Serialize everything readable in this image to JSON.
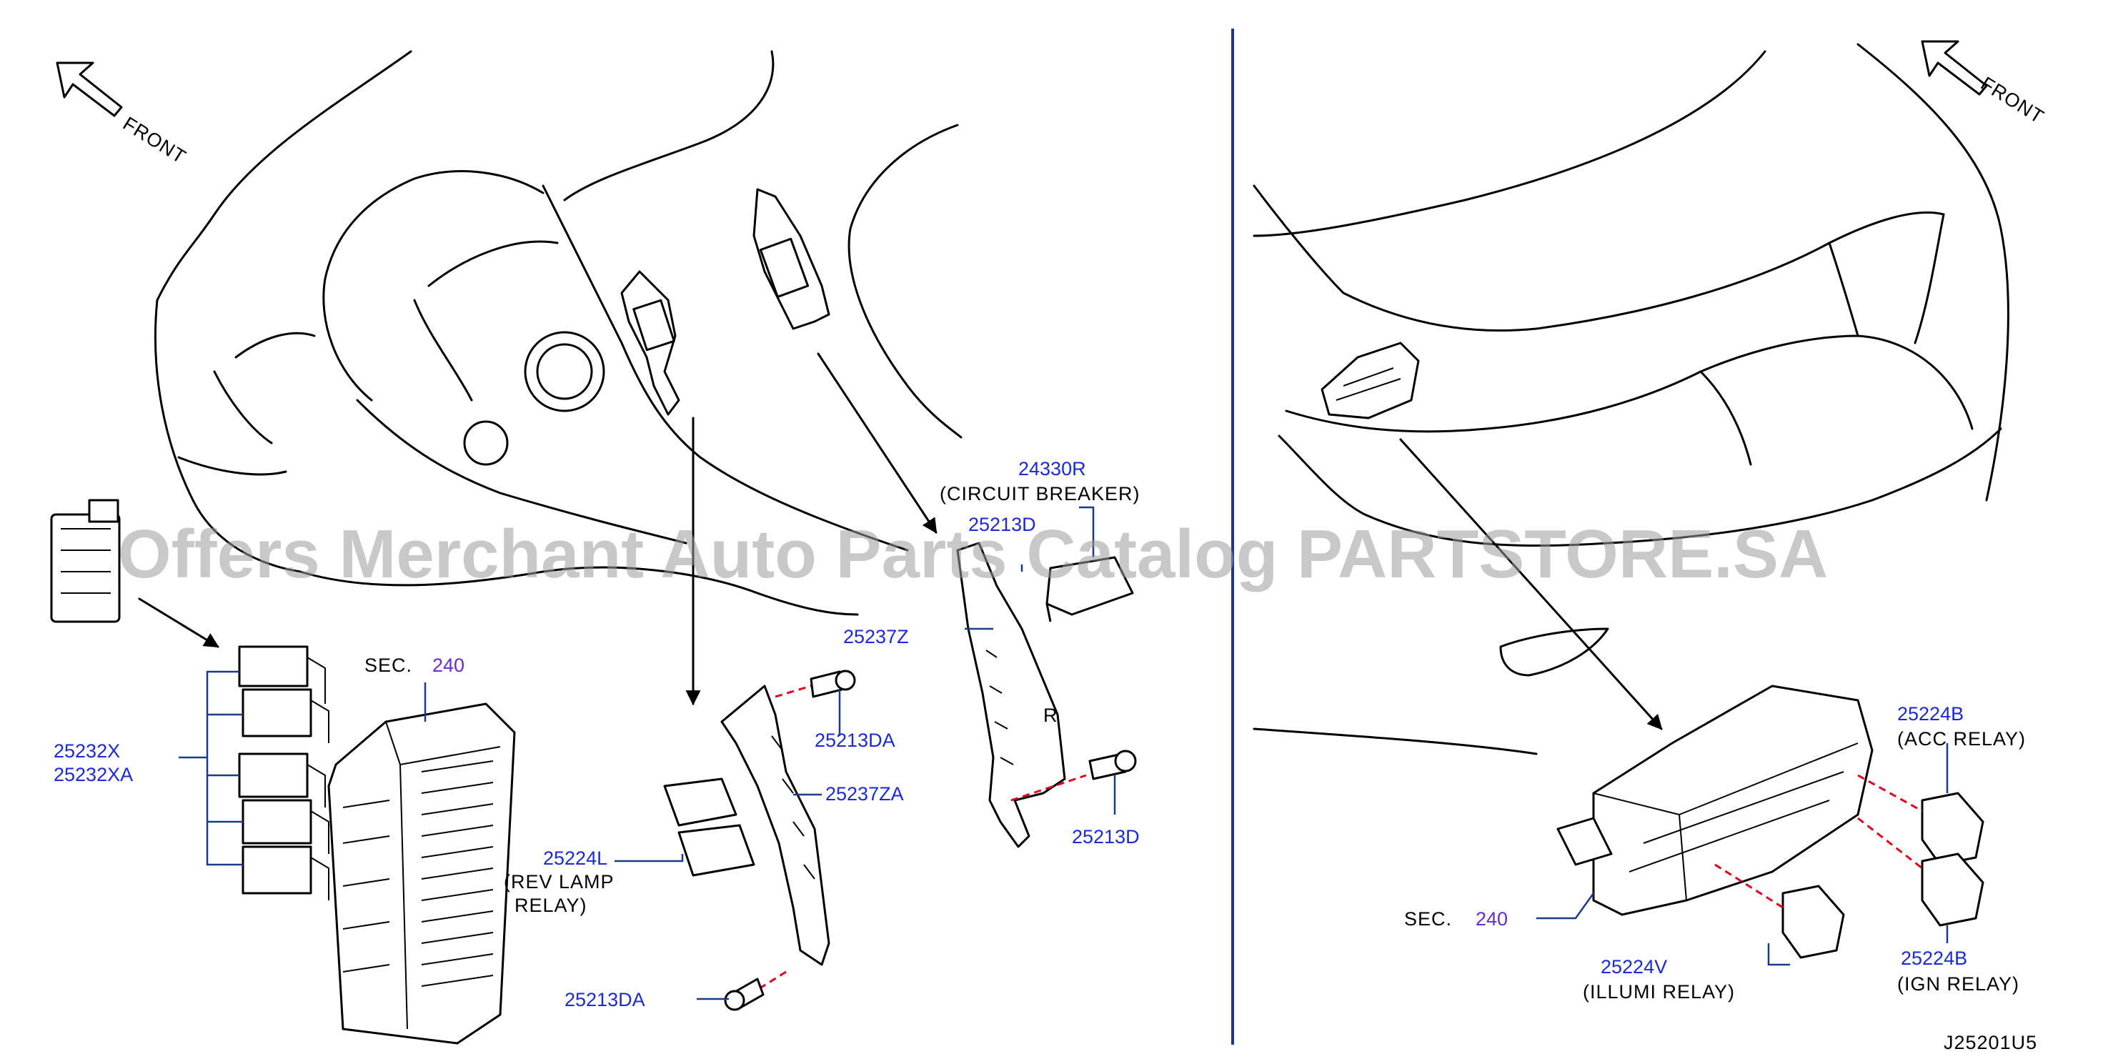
{
  "watermark": "Offers Merchant Auto Parts Catalog PARTSTORE.SA",
  "drawing_code": "J25201U5",
  "colors": {
    "part_number": "#1a2ad6",
    "section_number": "#6a2bc9",
    "leader": "#1c3a8c",
    "dashed_guide": "#e0001b",
    "divider": "#1c3a8c"
  },
  "left_panel": {
    "front_label": "FRONT",
    "sec_label": "SEC.",
    "sec_number": "240",
    "callouts": {
      "p25232X": "25232X",
      "p25232XA": "25232XA",
      "p24330R": "24330R",
      "circuit_breaker": "(CIRCUIT    BREAKER)",
      "p25213D_top": "25213D",
      "p25237Z": "25237Z",
      "p25213DA_top": "25213DA",
      "p25237ZA": "25237ZA",
      "p25224L": "25224L",
      "rev_lamp_1": "(REV    LAMP",
      "rev_lamp_2": "RELAY)",
      "p25213D_bottom": "25213D",
      "p25213DA_bottom": "25213DA"
    }
  },
  "right_panel": {
    "front_label": "FRONT",
    "sec_label": "SEC.",
    "sec_number": "240",
    "callouts": {
      "p25224B_acc": "25224B",
      "acc_relay": "(ACC    RELAY)",
      "p25224B_ign": "25224B",
      "ign_relay": "(IGN    RELAY)",
      "p25224V": "25224V",
      "illumi_relay": "(ILLUMI    RELAY)"
    }
  }
}
